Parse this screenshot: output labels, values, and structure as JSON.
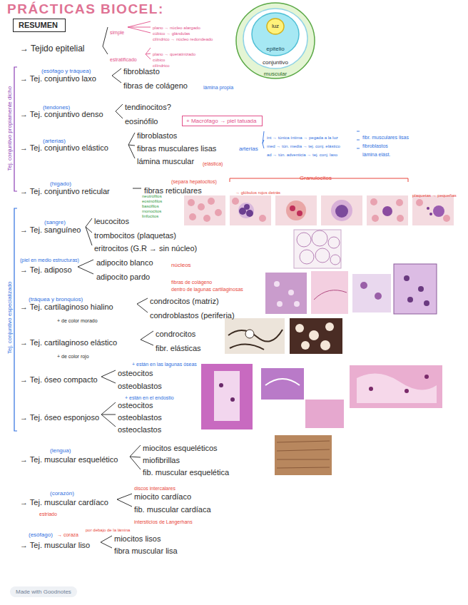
{
  "diagram": {
    "title": "PRÁCTICAS BIOCEL:",
    "nodes": [
      {
        "text": [
          "RESUMEN"
        ]
      },
      {
        "text": [
          "muscular"
        ]
      },
      {
        "text": [
          "conjuntivo"
        ],
        "in": 1
      },
      {
        "text": [
          "epitelio"
        ],
        "in": 2
      },
      {
        "text": [
          "luz"
        ],
        "in": 3
      },
      {
        "text": [
          "+ Macrófago → piel tatuada"
        ]
      }
    ],
    "labels": [
      "→ Tejido epitelial",
      "simple",
      "plano → núcleo alargado",
      "cúbico → glándulas",
      "cilíndrico → núcleo redondeado",
      "estratificado",
      "plano → queratinizado",
      "cúbico",
      "cilíndrico",
      "(esófago y tráquea)",
      "→ Tej. conjuntivo laxo",
      "fibroblasto",
      "fibras de colágeno",
      "lámina propia",
      "(tendones)",
      "→ Tej. conjuntivo denso",
      "tendinocitos?",
      "eosinófilo",
      "(arterias)",
      "→ Tej. conjuntivo elástico",
      "fibroblastos",
      "fibras musculares lisas",
      "lámina muscular",
      "(elástica)",
      "arterias",
      "int → túnica íntima → pegada a la luz",
      "med → tún. media → tej. conj. elástico",
      "ad → tún. adventicia → tej. conj. laxo",
      "fibr. musculares lisas",
      "fibroblastos",
      "lámina elást.",
      "(hígado)",
      "→ Tej. conjuntivo reticular",
      "fibras reticulares",
      "(separa hepatocitos)",
      "Granulocitos",
      "→ glóbulos rojos detrás",
      "plaquetas → pequeñas",
      "(sangre)",
      "→ Tej. sanguíneo",
      "leucocitos",
      "neutrófilos eosinófilos basófilos monocitos linfocitos",
      "trombocitos (plaquetas)",
      "eritrocitos (G.R → sin núcleo)",
      "(piel en medio estructuras)",
      "→ Tej. adiposo",
      "adipocito blanco",
      "adipocito pardo",
      "núcleos",
      "(tráquea y bronquios)",
      "→ Tej. cartilaginoso hialino",
      "fibras de colágeno",
      "dentro de lagunas cartilaginosas",
      "condrocitos (matriz)",
      "condroblastos (periferia)",
      "+ de color morado",
      "→ Tej. cartilaginoso elástico",
      "condrocitos",
      "fibr. elásticas",
      "+ de color rojo",
      "+ están en las lagunas óseas",
      "→ Tej. óseo compacto",
      "osteocitos",
      "osteoblastos",
      "+ están en el endostio",
      "→ Tej. óseo esponjoso",
      "osteocitos",
      "osteoblastos",
      "osteoclastos",
      "(lengua)",
      "→ Tej. muscular esquelético",
      "miocitos esqueléticos",
      "miofibrillas",
      "fib. muscular esquelética",
      "(corazón)",
      "discos intercalares",
      "→ Tej. muscular cardíaco",
      "estriado",
      "miocito cardíaco",
      "fib. muscular cardíaca",
      "intersticios de Langerhans",
      "(esófago)",
      "→ coraza",
      "por debajo de la lámina",
      "→ Tej. muscular liso",
      "miocitos lisos",
      "fibra muscular lisa",
      "Tej. conjuntivo propiamente dicho",
      "Tej. conjuntivo especializado",
      "Made with Goodnotes"
    ]
  }
}
